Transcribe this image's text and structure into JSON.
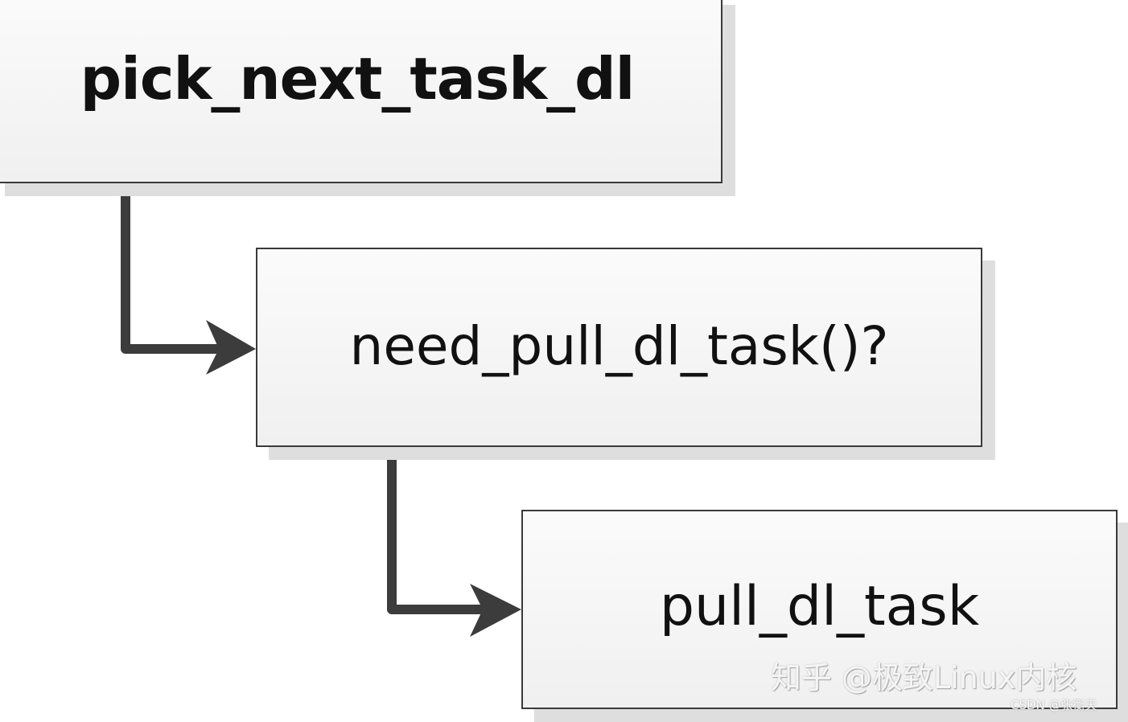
{
  "diagram": {
    "nodes": [
      {
        "id": "pick_next_task_dl",
        "label": "pick_next_task_dl"
      },
      {
        "id": "need_pull_dl_task",
        "label": "need_pull_dl_task()?"
      },
      {
        "id": "pull_dl_task",
        "label": "pull_dl_task"
      }
    ],
    "edges": [
      {
        "from": "pick_next_task_dl",
        "to": "need_pull_dl_task"
      },
      {
        "from": "need_pull_dl_task",
        "to": "pull_dl_task"
      }
    ]
  },
  "watermark": {
    "zhihu": "知乎 @极致Linux内核",
    "csdn": "CSDN @张衡天"
  },
  "colors": {
    "box_border": "#3a3a3a",
    "box_fill": "#f4f4f4",
    "box_shadow": "#dedede",
    "connector": "#3c3c3c",
    "text": "#111111"
  }
}
